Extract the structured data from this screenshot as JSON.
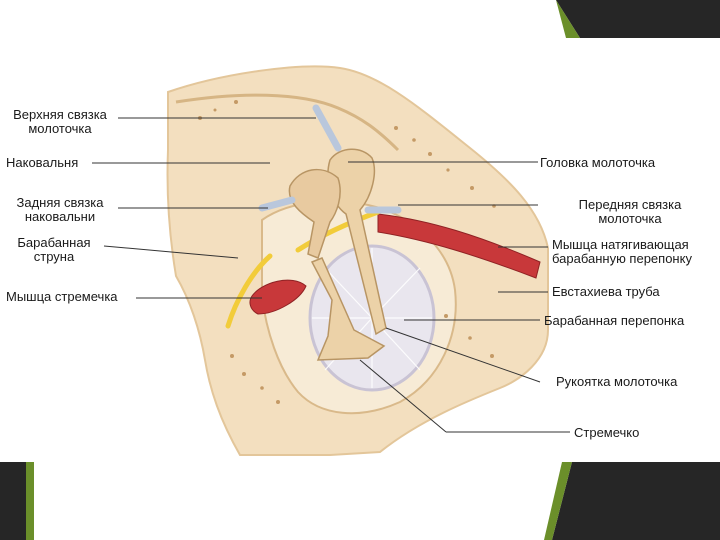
{
  "labels_left": [
    {
      "id": "superior-malleus-ligament",
      "text": "Верхняя связка\nмолоточка"
    },
    {
      "id": "incus",
      "text": "Наковальня"
    },
    {
      "id": "posterior-incus-ligament",
      "text": "Задняя связка\nнаковальни"
    },
    {
      "id": "chorda-tympani",
      "text": "Барабанная\nструна"
    },
    {
      "id": "stapedius-muscle",
      "text": "Мышца стремечка"
    }
  ],
  "labels_right": [
    {
      "id": "malleus-head",
      "text": "Головка молоточка"
    },
    {
      "id": "anterior-malleus-ligament",
      "text": "Передняя связка\nмолоточка"
    },
    {
      "id": "tensor-tympani",
      "text": "Мышца натягивающая\nбарабанную перепонку"
    },
    {
      "id": "eustachian-tube",
      "text": "Евстахиева труба"
    },
    {
      "id": "tympanic-membrane",
      "text": "Барабанная перепонка"
    },
    {
      "id": "malleus-handle",
      "text": "Рукоятка молоточка"
    },
    {
      "id": "stapes",
      "text": "Стремечко"
    }
  ],
  "colors": {
    "bone": "#f3dfbf",
    "bone_dark": "#e3c69a",
    "ossicle": "#ecd2a8",
    "muscle": "#c8383a",
    "nerve": "#f2cc3a",
    "membrane": "#e9e6ee",
    "ligament": "#b9c7dc",
    "corner_dark": "#262626",
    "corner_green": "#6b8f2a"
  }
}
